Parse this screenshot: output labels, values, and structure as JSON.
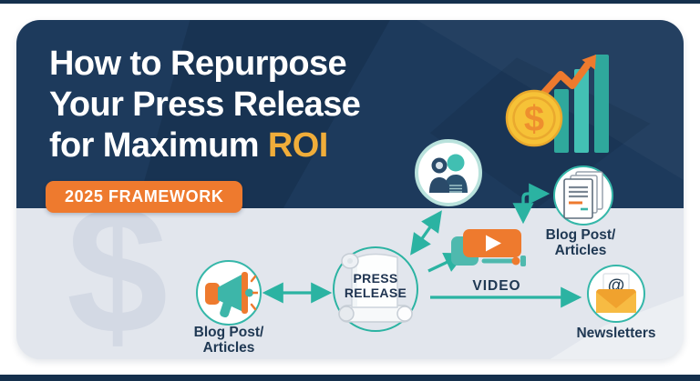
{
  "header": {
    "title_line1": "How to Repurpose",
    "title_line2": "Your Press Release",
    "title_line3_prefix": "for Maximum",
    "title_line3_accent": "ROI",
    "badge_label": "2025 FRAMEWORK"
  },
  "watermark": {
    "symbol": "$"
  },
  "diagram": {
    "press_release": {
      "line1": "PRESS",
      "line2": "RELEASE"
    },
    "coin_symbol": "$",
    "email_symbol": "@",
    "nodes": {
      "megaphone": {
        "line1": "Blog Post/",
        "line2": "Articles",
        "icon": "megaphone-icon"
      },
      "people": {
        "icon": "people-audience-icon"
      },
      "documents": {
        "line1": "Blog Post/",
        "line2": "Articles",
        "icon": "documents-stack-icon"
      },
      "video": {
        "label": "VIDEO",
        "icon": "video-player-icon"
      },
      "newsletters": {
        "label": "Newsletters",
        "icon": "newsletter-email-icon"
      }
    },
    "decorations": [
      "coin-dollar-icon",
      "bar-chart-icon",
      "growth-arrow-icon",
      "press-release-scroll-icon",
      "dollar-watermark"
    ]
  },
  "colors": {
    "navy": "#1d3a5c",
    "navy_dark": "#15304d",
    "light_panel": "#e2e6ed",
    "teal": "#2bb3a2",
    "orange": "#ee7a2e",
    "gold": "#f0ad3a",
    "coin_gold": "#f6c237",
    "label": "#203954"
  }
}
